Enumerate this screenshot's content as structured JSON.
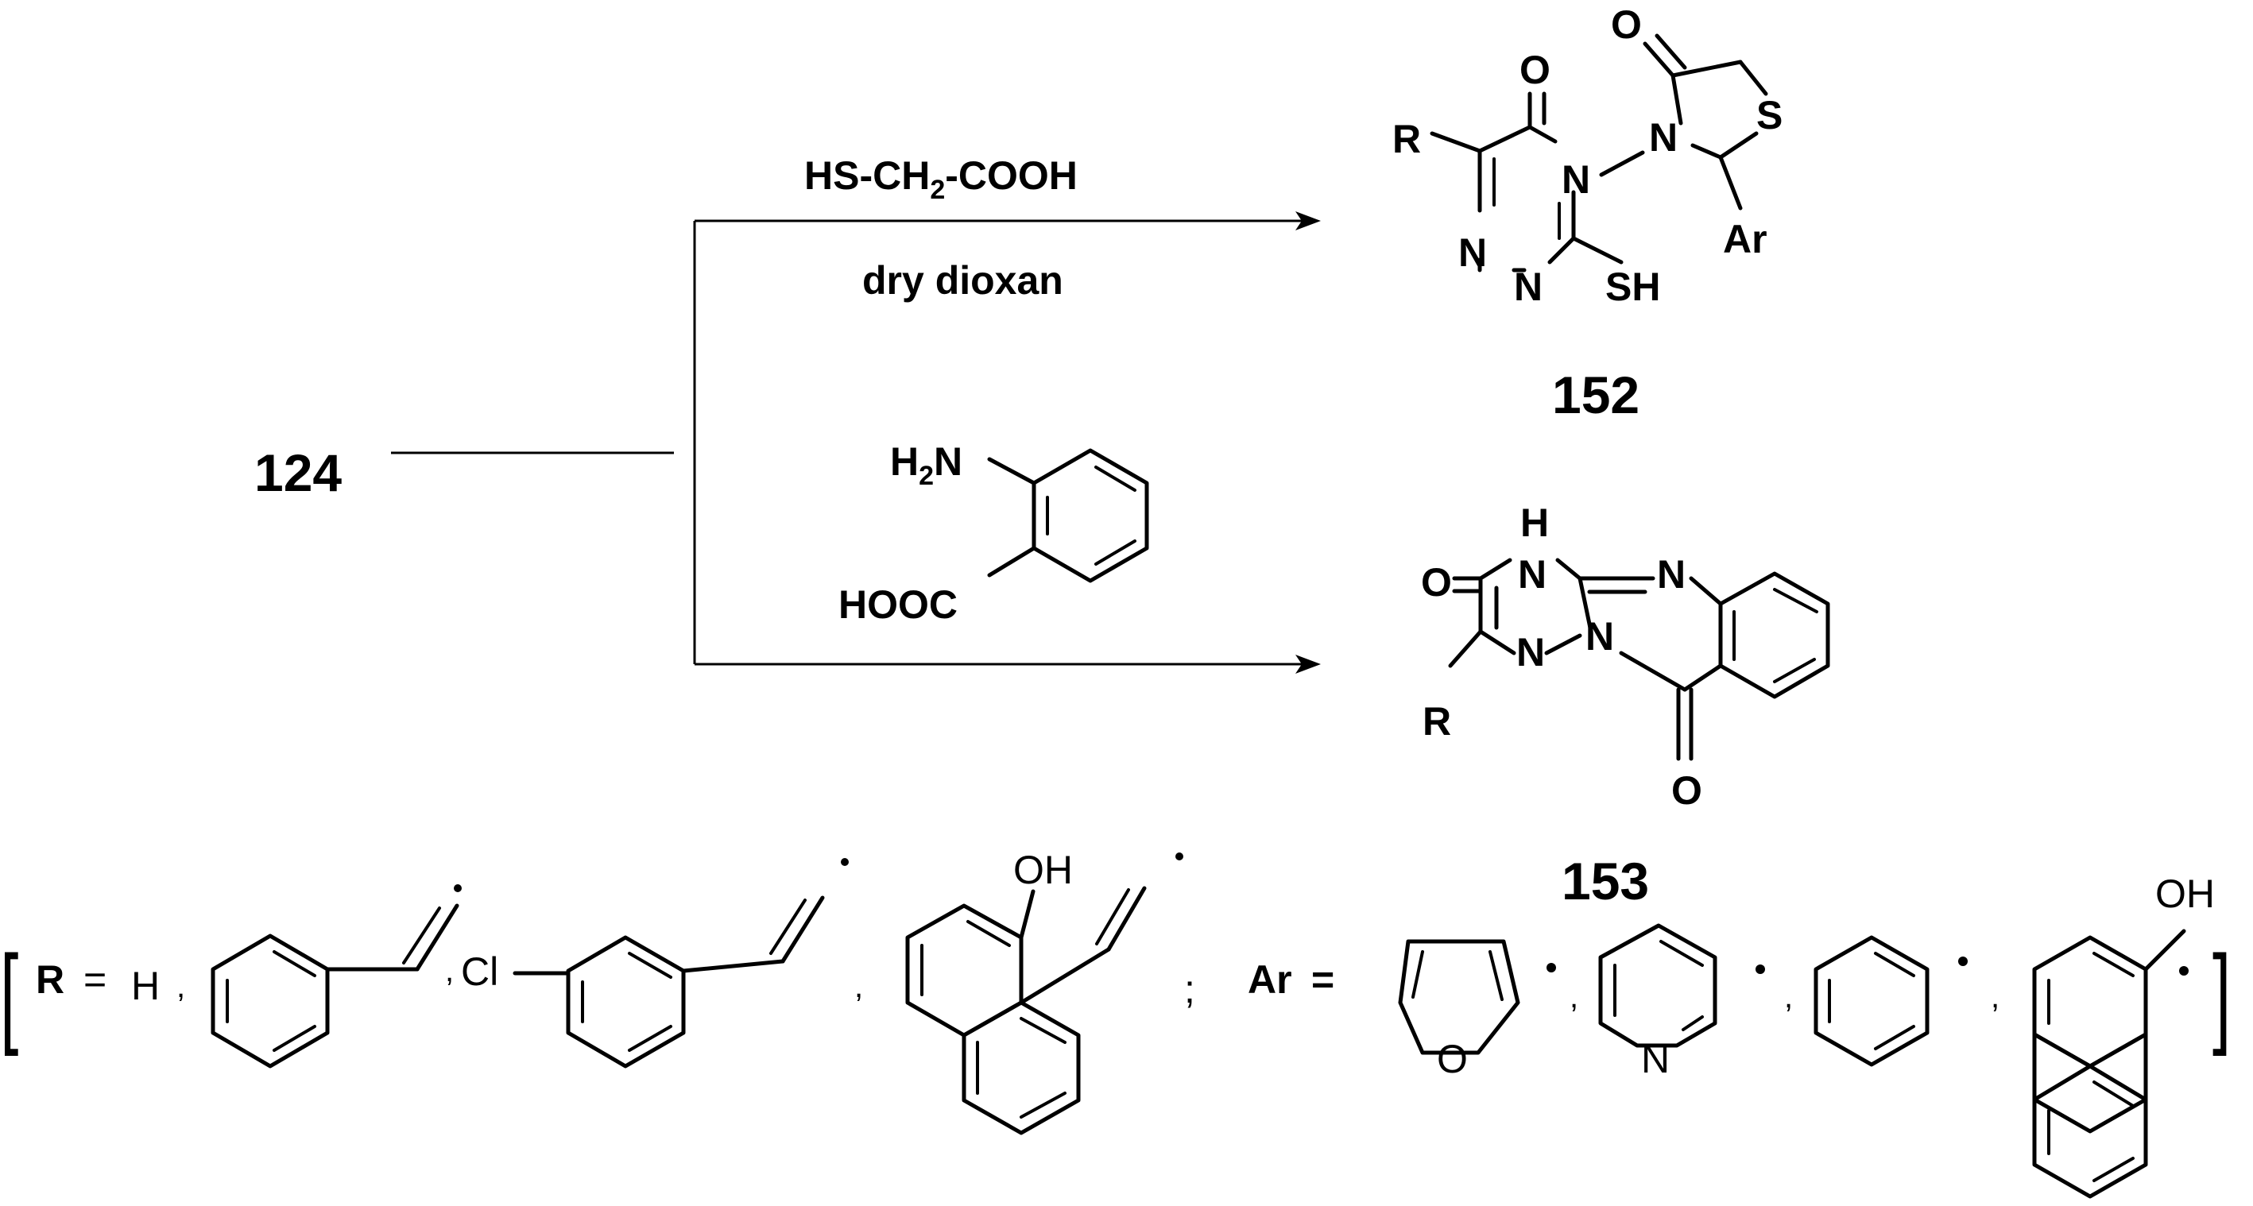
{
  "scheme": {
    "start_compound": "124",
    "reagent_top": {
      "text": "HS-CH",
      "sub": "2",
      "suffix": "-COOH"
    },
    "condition_top": "dry dioxan",
    "reagent_bottom": {
      "amine": "H",
      "amine_sub": "2",
      "amine_suffix": "N",
      "acid": "HOOC"
    },
    "product_top": {
      "number": "152",
      "atoms": {
        "O1": "O",
        "O2": "O",
        "N_ring": "N",
        "N_thiaz": "N",
        "S": "S",
        "N3": "N",
        "N4": "N",
        "SH": "SH",
        "R": "R",
        "Ar": "Ar"
      }
    },
    "product_bottom": {
      "number": "153",
      "atoms": {
        "H": "H",
        "N1": "N",
        "N2": "N",
        "N3": "N",
        "N4": "N",
        "O1": "O",
        "O2": "O",
        "R": "R"
      }
    },
    "substituents": {
      "bracket_open": "[",
      "bracket_close": "]",
      "R_label": "R",
      "equals": "=",
      "h": "H",
      "cl": "Cl",
      "oh1": "OH",
      "semicolon": ";",
      "Ar_label": "Ar",
      "ar_equals": "=",
      "furan_o": "O",
      "pyridine_n": "N",
      "oh2": "OH",
      "comma": ","
    }
  }
}
